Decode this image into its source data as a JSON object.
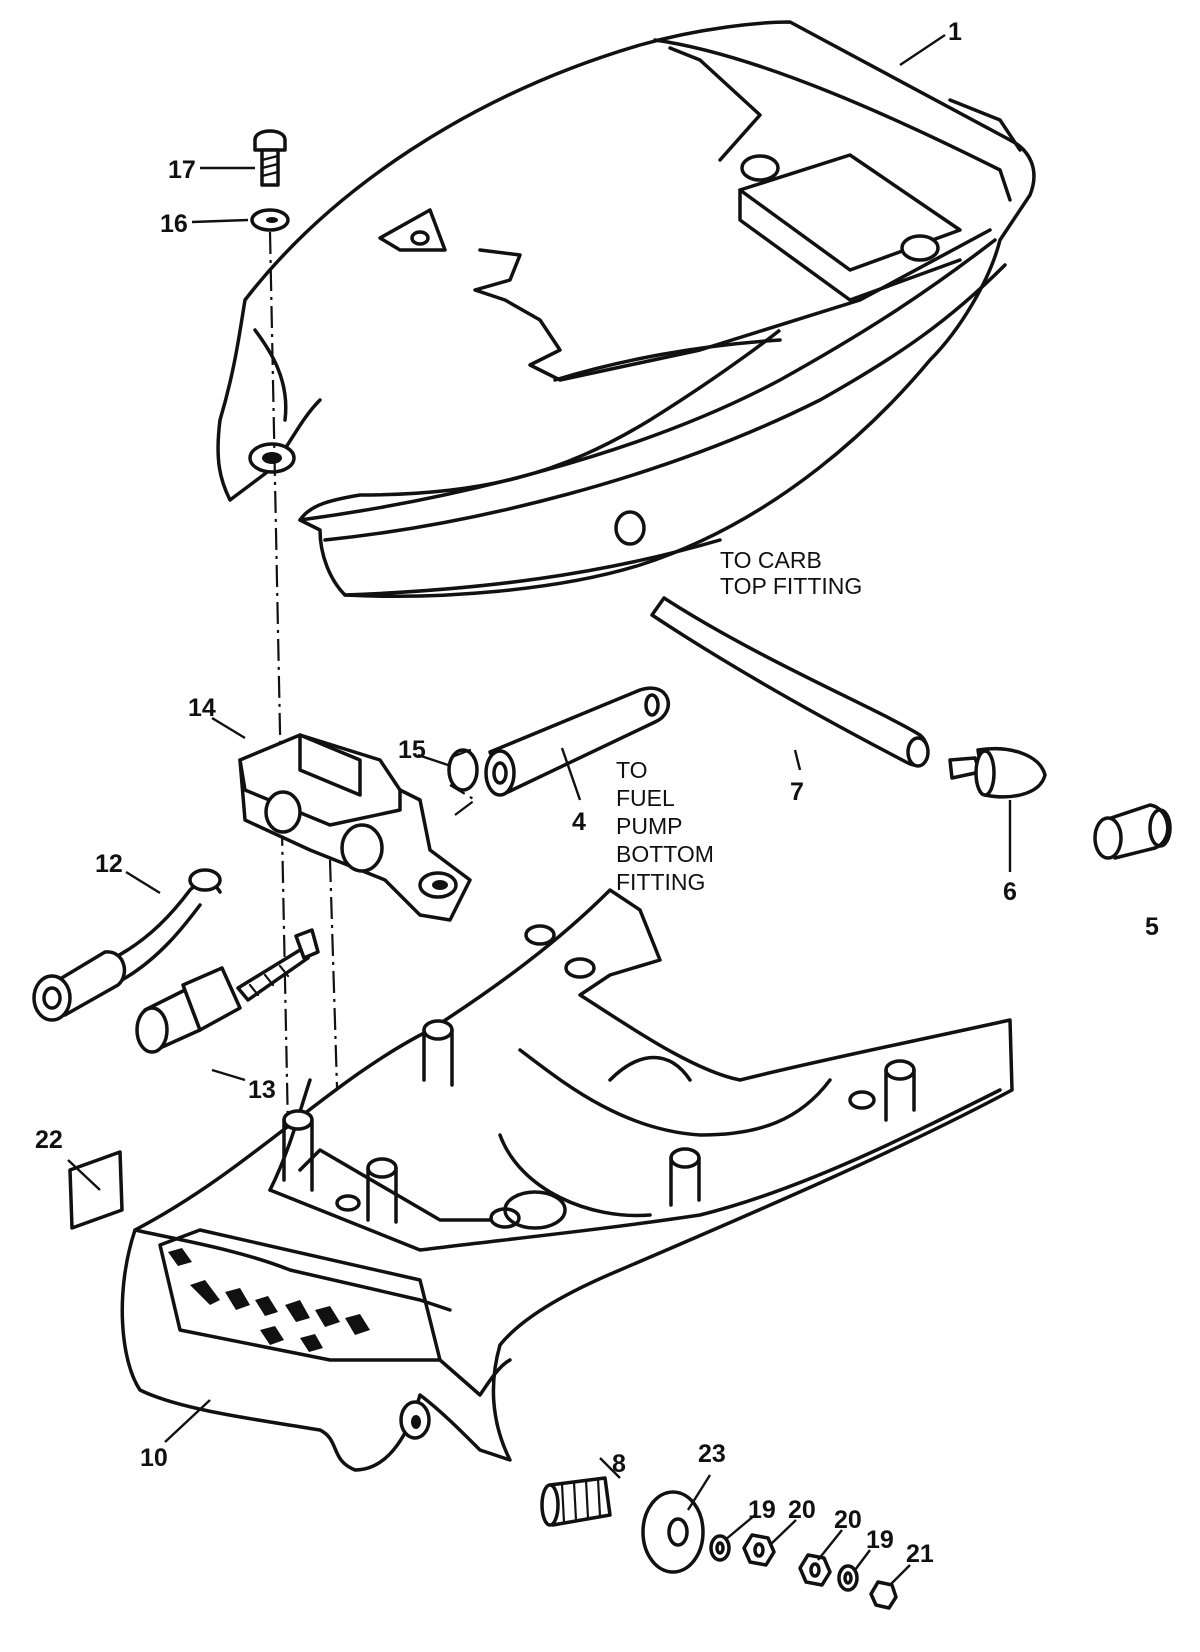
{
  "callouts": {
    "c1": "1",
    "c4": "4",
    "c5": "5",
    "c6": "6",
    "c7": "7",
    "c8": "8",
    "c10": "10",
    "c12": "12",
    "c13": "13",
    "c14": "14",
    "c15": "15",
    "c16": "16",
    "c17": "17",
    "c19a": "19",
    "c19b": "19",
    "c20a": "20",
    "c20b": "20",
    "c21": "21",
    "c22": "22",
    "c23": "23"
  },
  "notes": {
    "carb_line1": "TO CARB",
    "carb_line2": "TOP FITTING",
    "fuel_line1": "TO",
    "fuel_line2": "FUEL",
    "fuel_line3": "PUMP",
    "fuel_line4": "BOTTOM",
    "fuel_line5": "FITTING"
  }
}
